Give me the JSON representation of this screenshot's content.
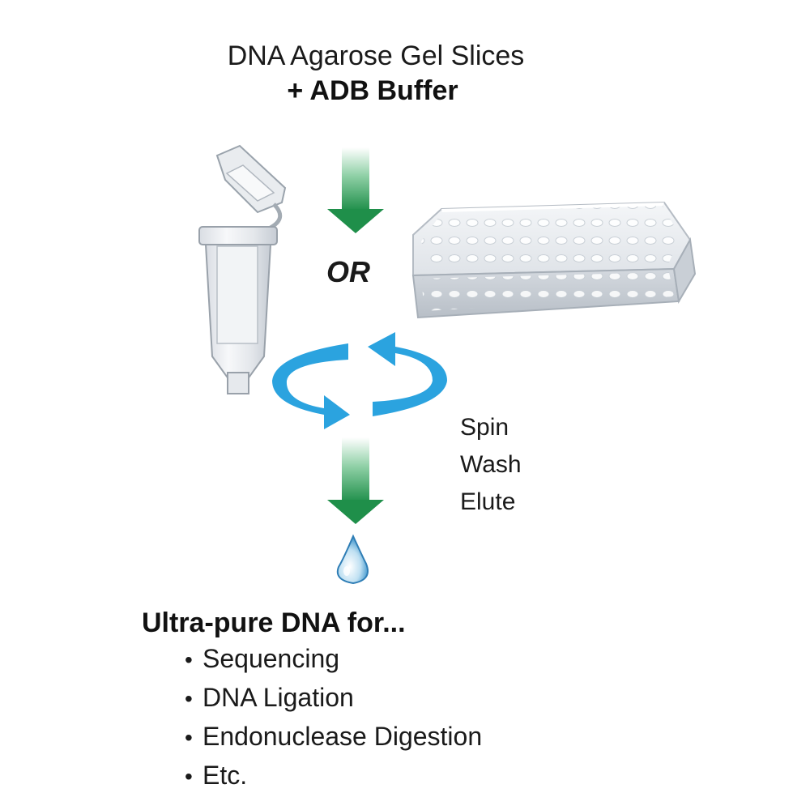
{
  "header": {
    "line1": "DNA Agarose Gel Slices",
    "line2": "+ ADB Buffer"
  },
  "choice_label": "OR",
  "process_steps": [
    "Spin",
    "Wash",
    "Elute"
  ],
  "result": {
    "heading": "Ultra-pure DNA for...",
    "uses": [
      "Sequencing",
      "DNA Ligation",
      "Endonuclease Digestion",
      "Etc."
    ]
  },
  "icons": {
    "down_arrow": "green-down-arrow-icon",
    "spin": "circular-spin-arrows-icon",
    "tube": "microcentrifuge-spin-column-icon",
    "plate": "96-well-plate-icon",
    "drop": "water-drop-icon"
  },
  "colors": {
    "arrow_green": "#1f8f4a",
    "spin_blue": "#2ba3df",
    "drop_blue": "#6fb6e0"
  }
}
